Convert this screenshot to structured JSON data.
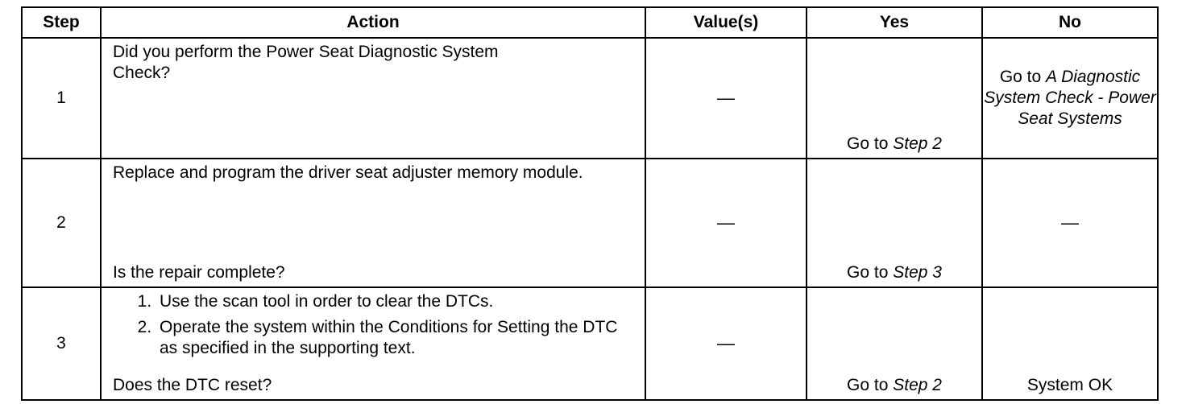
{
  "headers": {
    "step": "Step",
    "action": "Action",
    "values": "Value(s)",
    "yes": "Yes",
    "no": "No"
  },
  "rows": [
    {
      "step": "1",
      "action_text": "Did you perform the Power Seat Diagnostic System Check?",
      "value": "—",
      "yes_prefix": "Go to ",
      "yes_link": "Step 2",
      "no_prefix": "Go to ",
      "no_link": "A Diagnostic System Check - Power Seat Systems"
    },
    {
      "step": "2",
      "action_text": "Replace and program the driver seat adjuster memory module.",
      "action_question": "Is the repair complete?",
      "value": "—",
      "yes_prefix": "Go to ",
      "yes_link": "Step 3",
      "no_text": "—"
    },
    {
      "step": "3",
      "action_steps": [
        "Use the scan tool in order to clear the DTCs.",
        "Operate the system within the Conditions for Setting the DTC as specified in the supporting text."
      ],
      "action_question": "Does the DTC reset?",
      "value": "—",
      "yes_prefix": "Go to ",
      "yes_link": "Step 2",
      "no_text": "System OK"
    }
  ]
}
